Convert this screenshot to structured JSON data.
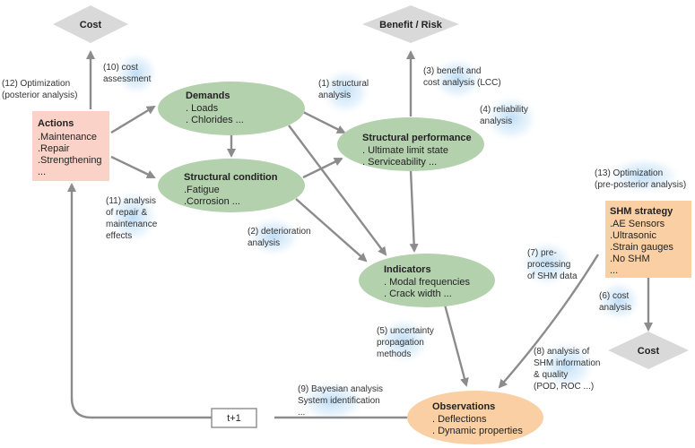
{
  "colors": {
    "green_node": "#b3d1ad",
    "orange_node": "#f9cfa3",
    "pink_node": "#fbd2c8",
    "diamond": "#d9d9d9",
    "arrow": "#8c8c8c",
    "glow": "#bcdcf5"
  },
  "nodes": {
    "cost_top": "Cost",
    "benefit_risk": "Benefit / Risk",
    "cost_bottom": "Cost",
    "actions": {
      "title": "Actions",
      "items": [
        ".Maintenance",
        ".Repair",
        ".Strengthening",
        "..."
      ]
    },
    "demands": {
      "title": "Demands",
      "items": [
        ". Loads",
        ". Chlorides  ..."
      ]
    },
    "structural_condition": {
      "title": "Structural condition",
      "items": [
        ".Fatigue",
        ".Corrosion  ..."
      ]
    },
    "structural_performance": {
      "title": "Structural performance",
      "items": [
        ". Ultimate limit state",
        ". Serviceability  ..."
      ]
    },
    "indicators": {
      "title": "Indicators",
      "items": [
        ". Modal frequencies",
        ". Crack width  ..."
      ]
    },
    "observations": {
      "title": "Observations",
      "items": [
        ". Deflections",
        ". Dynamic properties"
      ]
    },
    "shm_strategy": {
      "title": "SHM strategy",
      "items": [
        ".AE Sensors",
        ".Ultrasonic",
        ".Strain gauges",
        ".No SHM",
        "..."
      ]
    },
    "t_plus_1": "t+1"
  },
  "annotations": {
    "a1": [
      "(1) structural",
      "analysis"
    ],
    "a2": [
      "(2) deterioration",
      "analysis"
    ],
    "a3": [
      "(3) benefit and",
      "cost analysis (LCC)"
    ],
    "a4": [
      "(4) reliability",
      "analysis"
    ],
    "a5": [
      "(5) uncertainty",
      "propagation",
      "methods"
    ],
    "a6": [
      "(6) cost",
      "analysis"
    ],
    "a7": [
      "(7) pre-",
      "processing",
      "of SHM data"
    ],
    "a8": [
      "(8) analysis of",
      "SHM information",
      "& quality",
      "(POD, ROC ...)"
    ],
    "a9": [
      "(9) Bayesian analysis",
      "System identification",
      "..."
    ],
    "a10": [
      "(10) cost",
      "assessment"
    ],
    "a11": [
      "(11) analysis",
      "of repair &",
      "maintenance",
      "effects"
    ],
    "a12": [
      "(12) Optimization",
      "(posterior analysis)"
    ],
    "a13": [
      "(13) Optimization",
      "(pre-posterior analysis)"
    ]
  }
}
